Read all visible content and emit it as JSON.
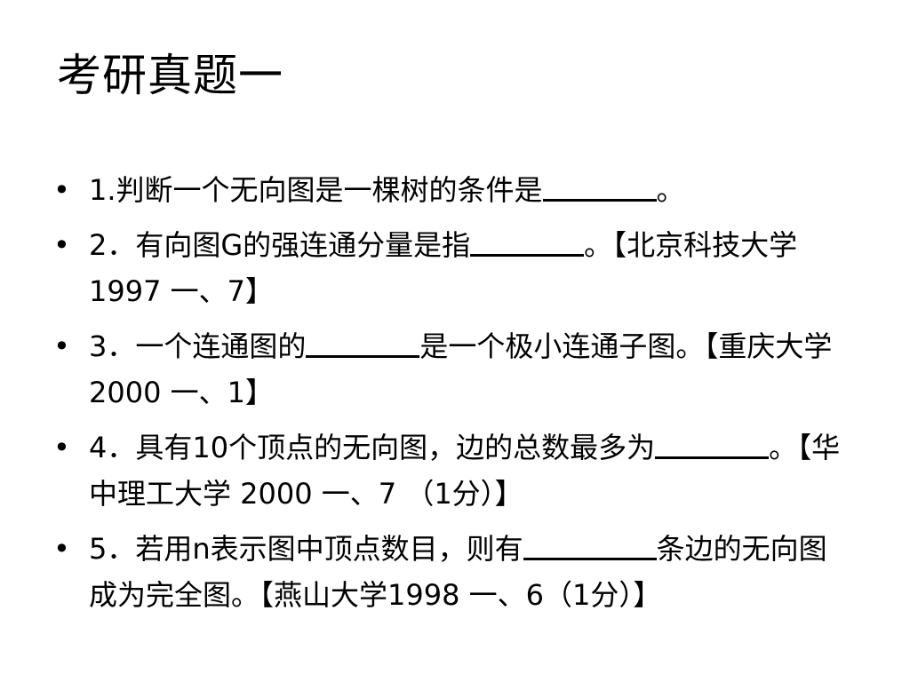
{
  "slide": {
    "title": "考研真题一",
    "bullet_symbol": "•",
    "items": [
      {
        "before": "1.判断一个无向图是一棵树的条件是",
        "after": "。"
      },
      {
        "before": "2．有向图G的强连通分量是指",
        "after": "。【北京科技大学 1997 一、7】"
      },
      {
        "before": "3．一个连通图的",
        "after": "是一个极小连通子图。【重庆大学 2000 一、1】"
      },
      {
        "before": "4．具有10个顶点的无向图，边的总数最多为",
        "after": "。【华中理工大学 2000 一、7 （1分）】"
      },
      {
        "before": "5．若用n表示图中顶点数目，则有",
        "after": "条边的无向图成为完全图。【燕山大学1998 一、6（1分）】"
      }
    ]
  }
}
